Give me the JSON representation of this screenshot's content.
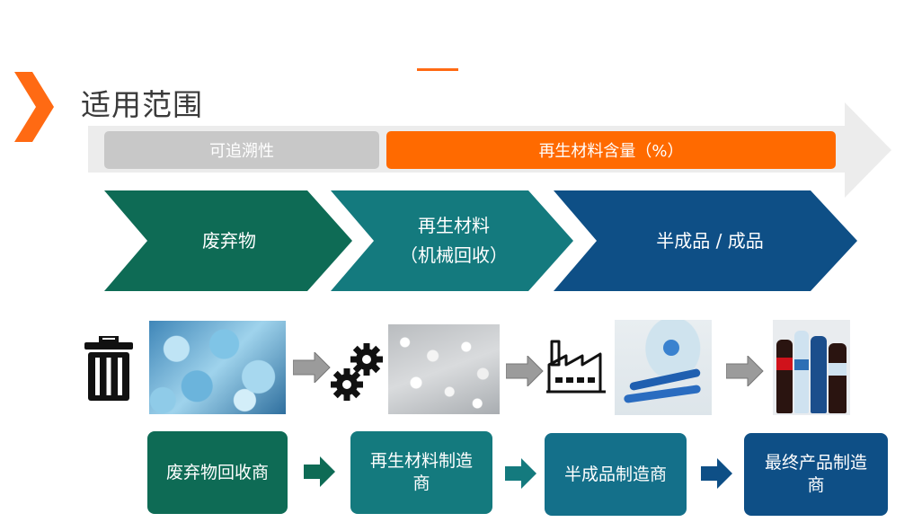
{
  "header": {
    "title": "适用范围"
  },
  "bars": {
    "traceability": "可追溯性",
    "recycled_content": "再生材料含量（%）"
  },
  "stages": [
    {
      "line1": "废弃物",
      "line2": ""
    },
    {
      "line1": "再生材料",
      "line2": "（机械回收）"
    },
    {
      "line1": "半成品 / 成品",
      "line2": ""
    }
  ],
  "roles": [
    {
      "line1": "废弃物回收商",
      "line2": ""
    },
    {
      "line1": "再生材料制造",
      "line2": "商"
    },
    {
      "line1": "半成品制造商",
      "line2": ""
    },
    {
      "line1": "最终产品制造",
      "line2": "商"
    }
  ],
  "icons": [
    "trash-icon",
    "gears-icon",
    "factory-icon",
    "arrow-right-icon"
  ],
  "colors": {
    "accent": "#ff6a13",
    "stage_green": "#0e6b55",
    "stage_teal": "#147a7e",
    "stage_blue": "#0e4f86",
    "grey_bar": "#c8c8c8",
    "arrow_grey": "#9b9b9b"
  }
}
